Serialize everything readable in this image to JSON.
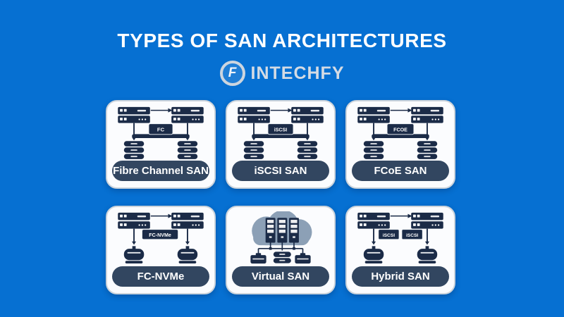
{
  "page": {
    "title": "TYPES OF SAN ARCHITECTURES",
    "background_color": "#0670d2"
  },
  "brand": {
    "name": "INTECHFY",
    "icon": "intechfy-f-logo",
    "icon_letter": "F",
    "text_color": "#d4dbe4"
  },
  "colors": {
    "icon_navy": "#1b2b47",
    "pill_navy": "#324660",
    "card_background": "#fbfcfe",
    "card_border": "#ccd4dc",
    "cloud_gray_blue": "#8ca0b6",
    "title_white": "#ffffff"
  },
  "cards": [
    {
      "id": "fibre-channel-san",
      "label": "Fibre Channel SAN",
      "diagram": "two-servers-fabric-two-disk-arrays",
      "badge": "FC"
    },
    {
      "id": "iscsi-san",
      "label": "iSCSI SAN",
      "diagram": "two-servers-fabric-two-disk-arrays",
      "badge": "iSCSI"
    },
    {
      "id": "fcoe-san",
      "label": "FCoE SAN",
      "diagram": "two-servers-fabric-two-disk-arrays",
      "badge": "FCOE"
    },
    {
      "id": "fc-nvme",
      "label": "FC-NVMe",
      "diagram": "two-servers-two-pot-storages",
      "badge": "FC-NVMe"
    },
    {
      "id": "virtual-san",
      "label": "Virtual SAN",
      "diagram": "cloud-with-server-towers-and-three-storages",
      "badge": ""
    },
    {
      "id": "hybrid-san",
      "label": "Hybrid SAN",
      "diagram": "two-servers-two-pot-storages",
      "badges": [
        "iSCSI",
        "iSCSI"
      ]
    }
  ]
}
